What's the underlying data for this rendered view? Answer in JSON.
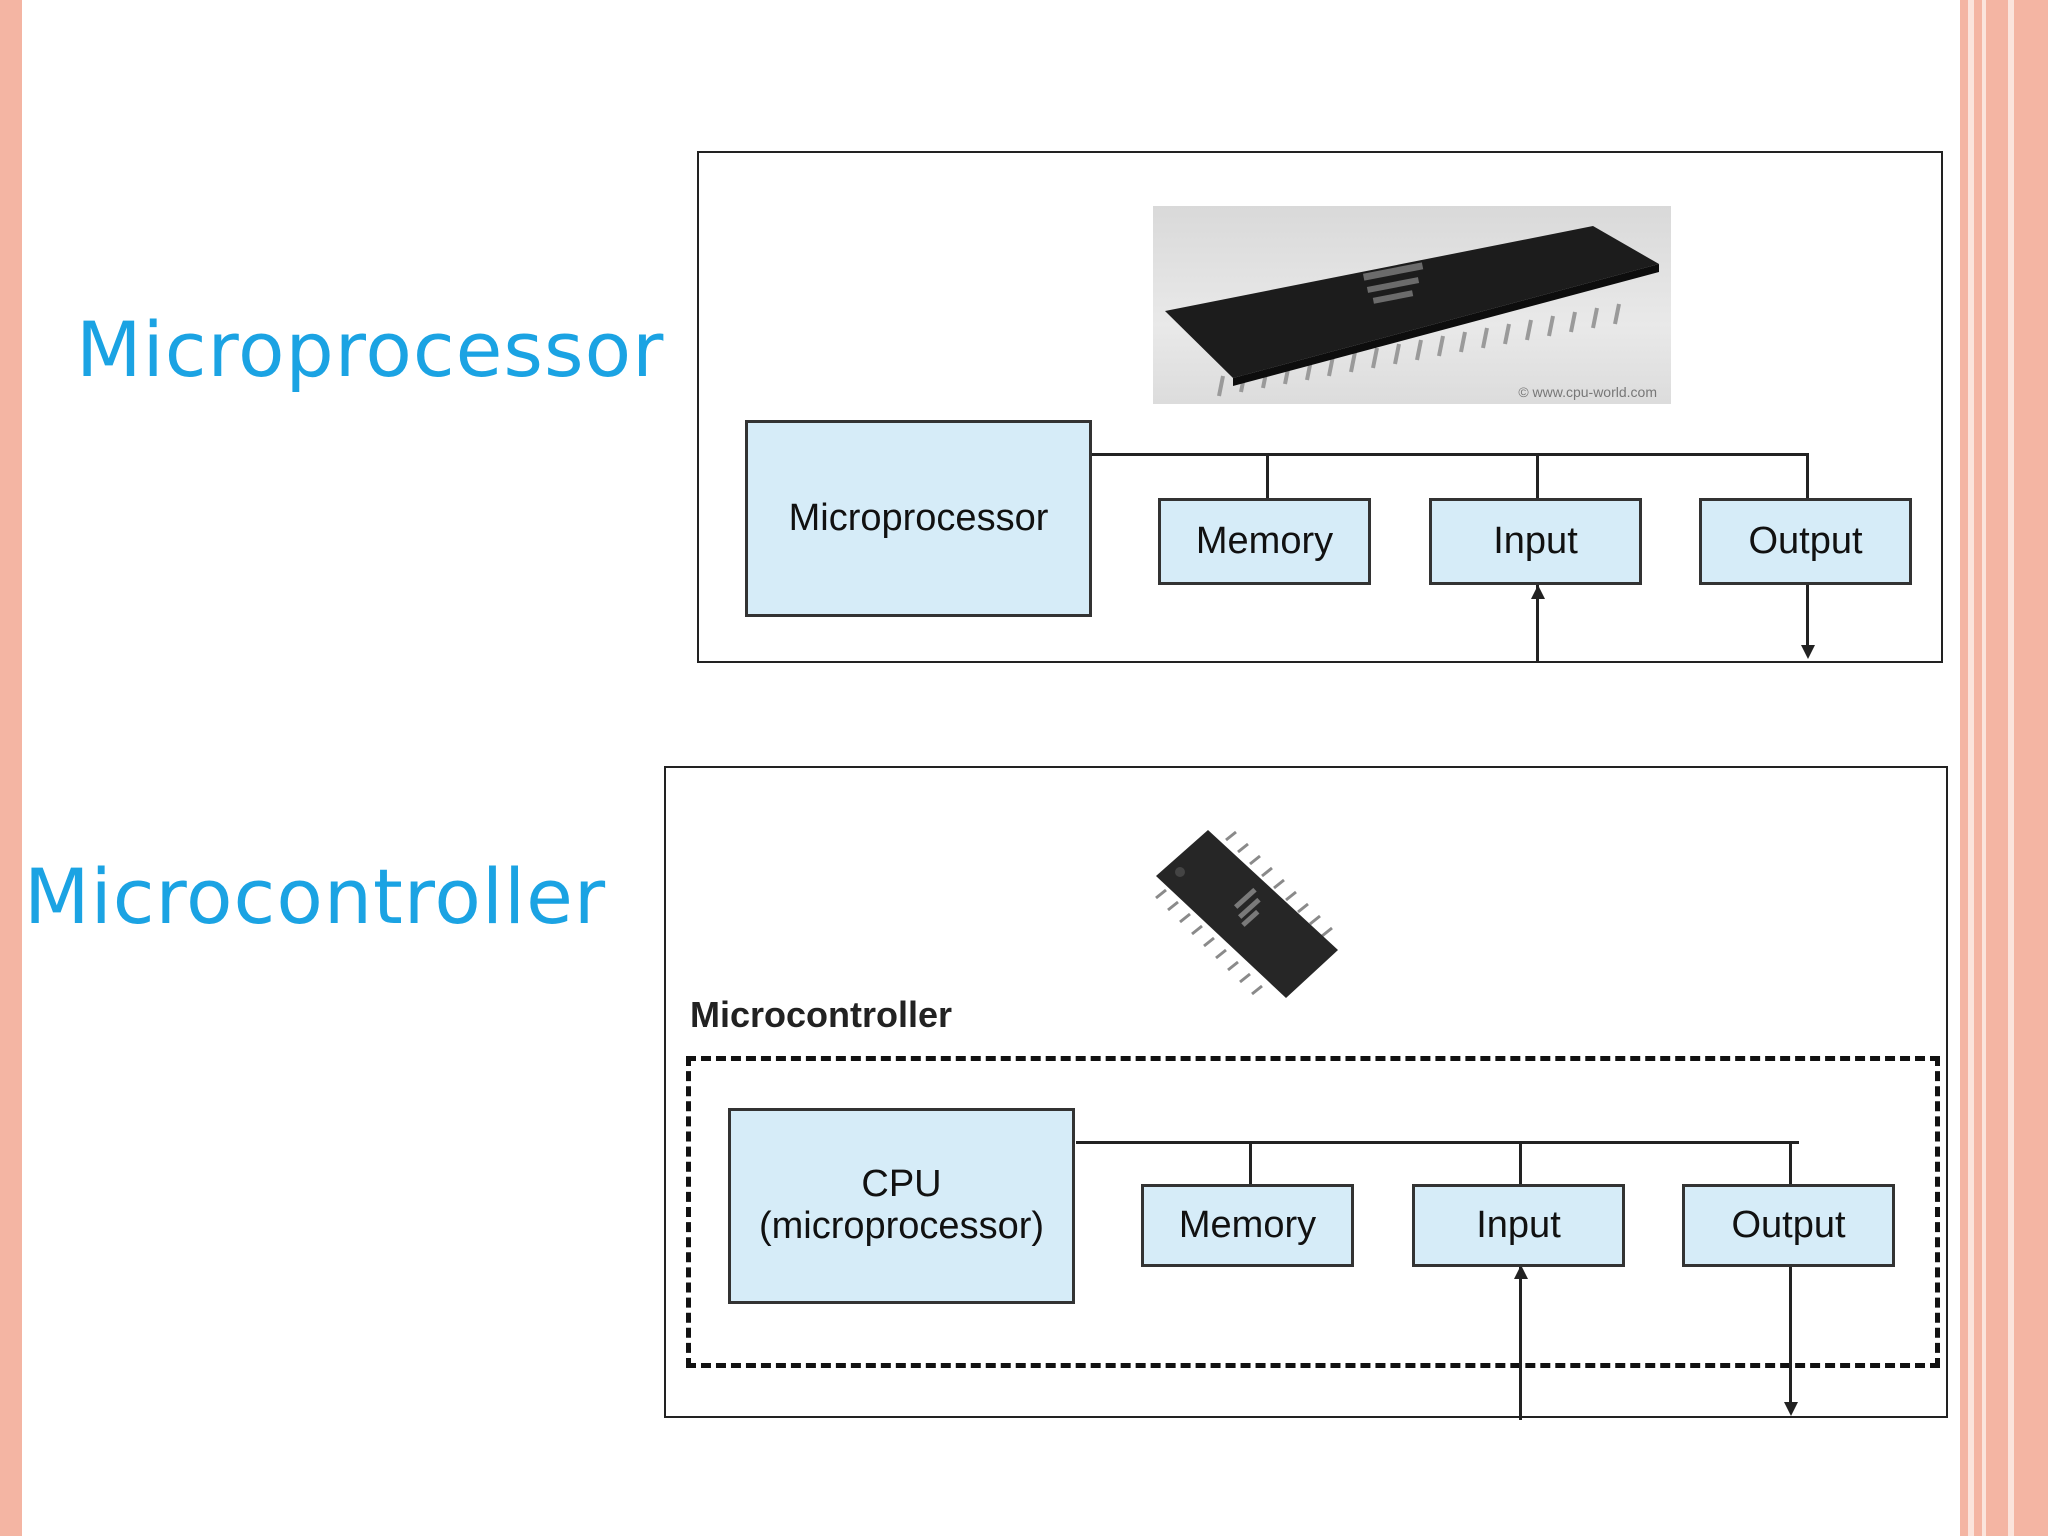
{
  "slide": {
    "labels": {
      "microprocessor": "Microprocessor",
      "microcontroller": "Microcontroller"
    },
    "colors": {
      "label": "#1ba3e3",
      "frame": "#f4b5a3",
      "box_fill": "#d6ecf8"
    }
  },
  "figure_microprocessor": {
    "photo_credit": "© www.cpu-world.com",
    "main_block": "Microprocessor",
    "blocks": [
      "Memory",
      "Input",
      "Output"
    ]
  },
  "figure_microcontroller": {
    "caption": "Microcontroller",
    "main_block_line1": "CPU",
    "main_block_line2": "(microprocessor)",
    "blocks": [
      "Memory",
      "Input",
      "Output"
    ]
  }
}
